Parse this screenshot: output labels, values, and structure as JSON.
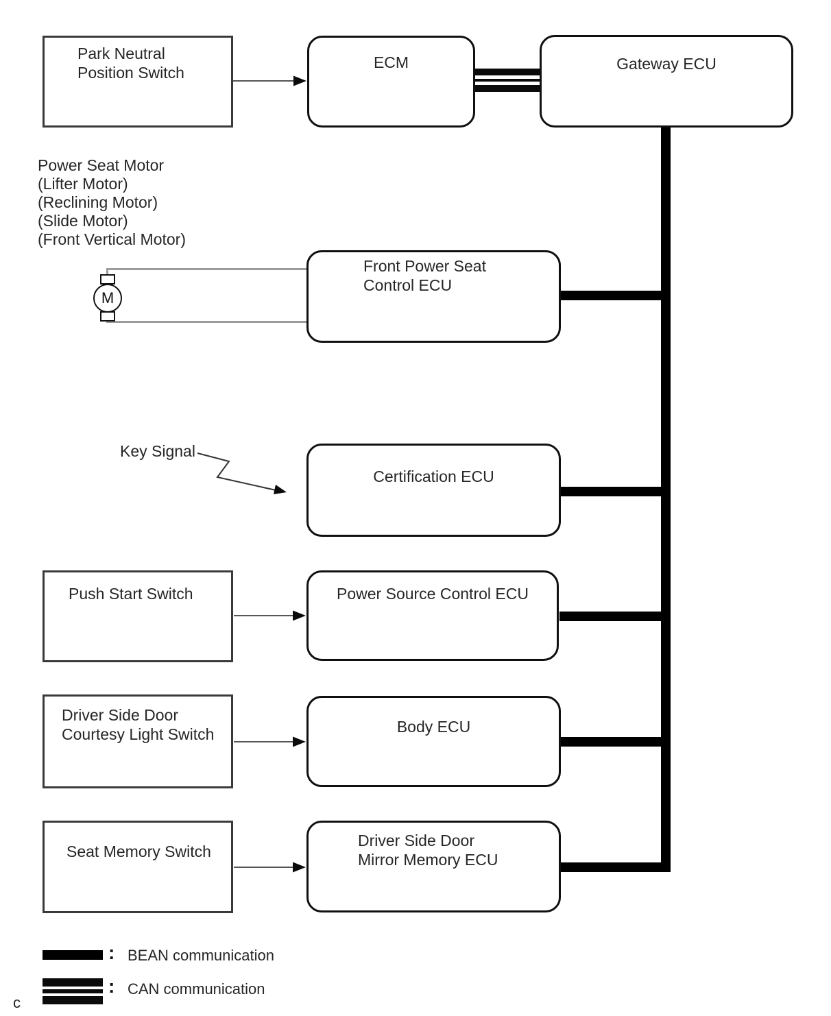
{
  "nodes": {
    "park_neutral_position_switch": {
      "lines": [
        "Park Neutral",
        "Position Switch"
      ]
    },
    "ecm": {
      "label": "ECM"
    },
    "gateway_ecu": {
      "label": "Gateway ECU"
    },
    "front_power_seat_control_ecu": {
      "lines": [
        "Front Power Seat",
        "Control ECU"
      ]
    },
    "certification_ecu": {
      "label": "Certification ECU"
    },
    "push_start_switch": {
      "label": "Push Start Switch"
    },
    "power_source_control_ecu": {
      "label": "Power Source Control ECU"
    },
    "driver_side_door_courtesy_light_switch": {
      "lines": [
        "Driver Side Door",
        "Courtesy Light Switch"
      ]
    },
    "body_ecu": {
      "label": "Body ECU"
    },
    "seat_memory_switch": {
      "label": "Seat Memory Switch"
    },
    "driver_side_door_mirror_memory_ecu": {
      "lines": [
        "Driver Side Door",
        "Mirror Memory ECU"
      ]
    }
  },
  "annotations": {
    "power_seat_motor_note": {
      "lines": [
        "Power Seat Motor",
        "(Lifter Motor)",
        "(Reclining Motor)",
        "(Slide Motor)",
        "(Front Vertical Motor)"
      ]
    },
    "key_signal_label": "Key Signal",
    "motor_symbol_letter": "M",
    "page_mark": "c"
  },
  "legend": {
    "items": [
      {
        "type": "bean",
        "separator": ":",
        "label": "BEAN communication"
      },
      {
        "type": "can",
        "separator": ":",
        "label": "CAN communication"
      }
    ]
  },
  "colors": {
    "bus_black": "#000000",
    "wire_gray": "#9b9b9b",
    "arrow_gray": "#555555",
    "background": "#ffffff"
  }
}
